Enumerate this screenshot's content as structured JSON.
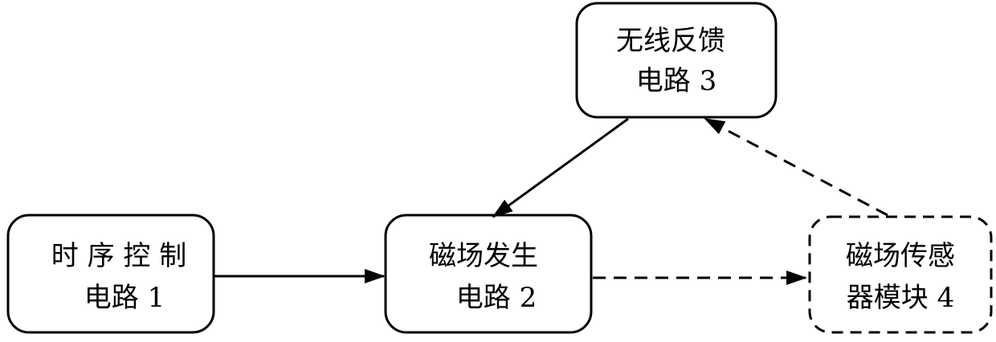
{
  "diagram": {
    "nodes": {
      "timing": {
        "line1": "时 序 控 制",
        "line2": "电路 1"
      },
      "magnetic_gen": {
        "line1": "磁场发生",
        "line2": "电路 2"
      },
      "wireless": {
        "line1": "无线反馈",
        "line2": "电路 3"
      },
      "sensor": {
        "line1": "磁场传感",
        "line2": "器模块 4"
      }
    },
    "edges": [
      {
        "from": "timing",
        "to": "magnetic_gen",
        "style": "solid"
      },
      {
        "from": "magnetic_gen",
        "to": "sensor",
        "style": "dashed"
      },
      {
        "from": "sensor",
        "to": "wireless",
        "style": "dashed"
      },
      {
        "from": "wireless",
        "to": "magnetic_gen",
        "style": "solid"
      }
    ],
    "colors": {
      "stroke": "#000000",
      "text": "#000000",
      "background": "#ffffff"
    }
  }
}
